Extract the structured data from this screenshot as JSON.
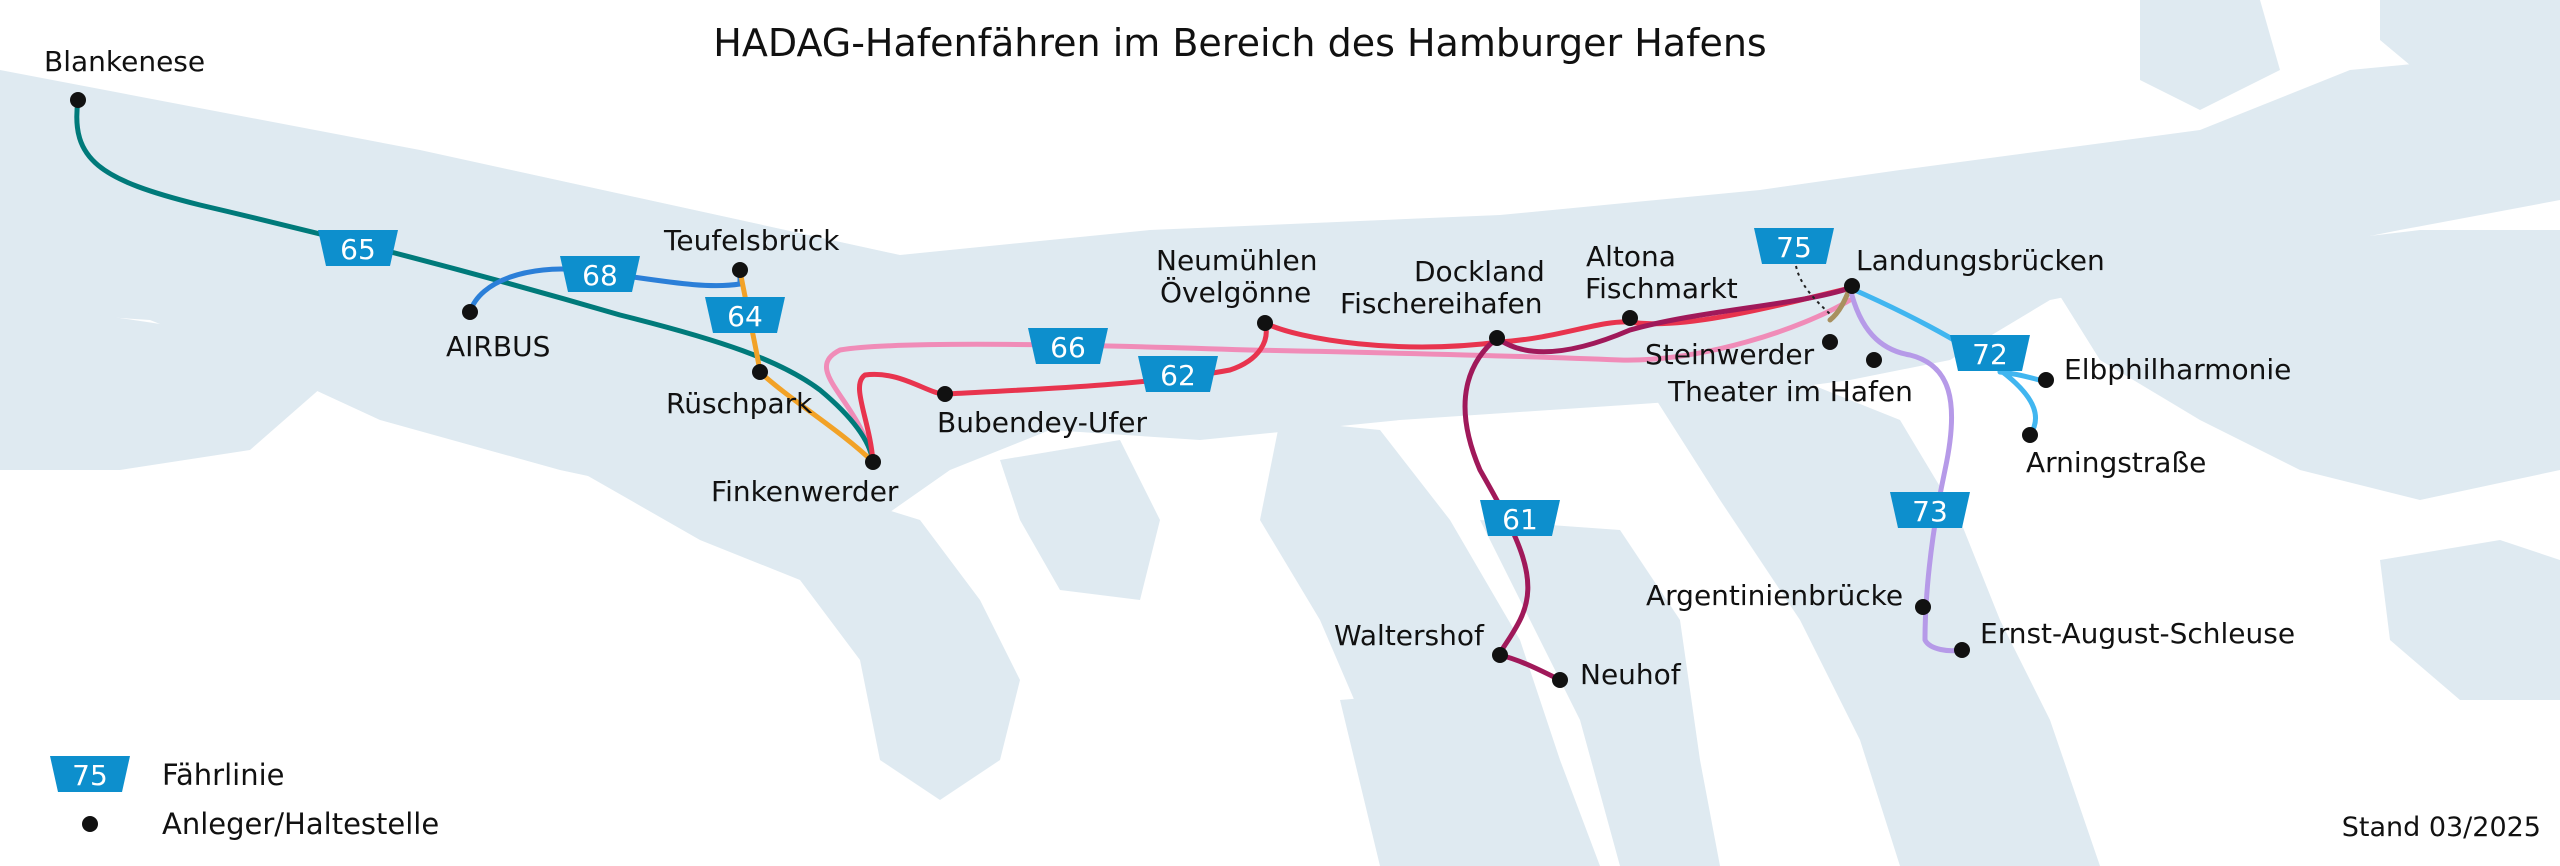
{
  "title": "HADAG-Hafenfähren im Bereich des Hamburger Hafens",
  "stand": "Stand 03/2025",
  "legend": {
    "badge_number": "75",
    "line_label": "Fährlinie",
    "stop_label": "Anleger/Haltestelle"
  },
  "colors": {
    "water": "#dfeaf1",
    "badge": "#0d8fcd",
    "stop": "#111111",
    "line_61": "#a0195a",
    "line_62": "#e8344e",
    "line_64": "#f2a227",
    "line_65": "#007a7a",
    "line_66": "#f08cb8",
    "line_68": "#2b7fd8",
    "line_72": "#41b6f0",
    "line_73": "#b69ae8",
    "line_75": "#a8905f"
  },
  "lines": [
    {
      "number": "61",
      "color_key": "line_61"
    },
    {
      "number": "62",
      "color_key": "line_62"
    },
    {
      "number": "64",
      "color_key": "line_64"
    },
    {
      "number": "65",
      "color_key": "line_65"
    },
    {
      "number": "66",
      "color_key": "line_66"
    },
    {
      "number": "68",
      "color_key": "line_68"
    },
    {
      "number": "72",
      "color_key": "line_72"
    },
    {
      "number": "73",
      "color_key": "line_73"
    },
    {
      "number": "75",
      "color_key": "line_75"
    }
  ],
  "stops": {
    "blankenese": "Blankenese",
    "teufelsbrueck": "Teufelsbrück",
    "airbus": "AIRBUS",
    "rueschpark": "Rüschpark",
    "finkenwerder": "Finkenwerder",
    "bubendey_ufer": "Bubendey-Ufer",
    "neumuehlen_1": "Neumühlen",
    "neumuehlen_2": "Övelgönne",
    "dockland_1": "Dockland",
    "dockland_2": "Fischereihafen",
    "altona_1": "Altona",
    "altona_2": "Fischmarkt",
    "landungsbruecken": "Landungsbrücken",
    "steinwerder": "Steinwerder",
    "theater": "Theater im Hafen",
    "elbphilharmonie": "Elbphilharmonie",
    "arningstrasse": "Arningstraße",
    "waltershof": "Waltershof",
    "neuhof": "Neuhof",
    "argentinienbruecke": "Argentinienbrücke",
    "ernst_august": "Ernst-August-Schleuse"
  }
}
